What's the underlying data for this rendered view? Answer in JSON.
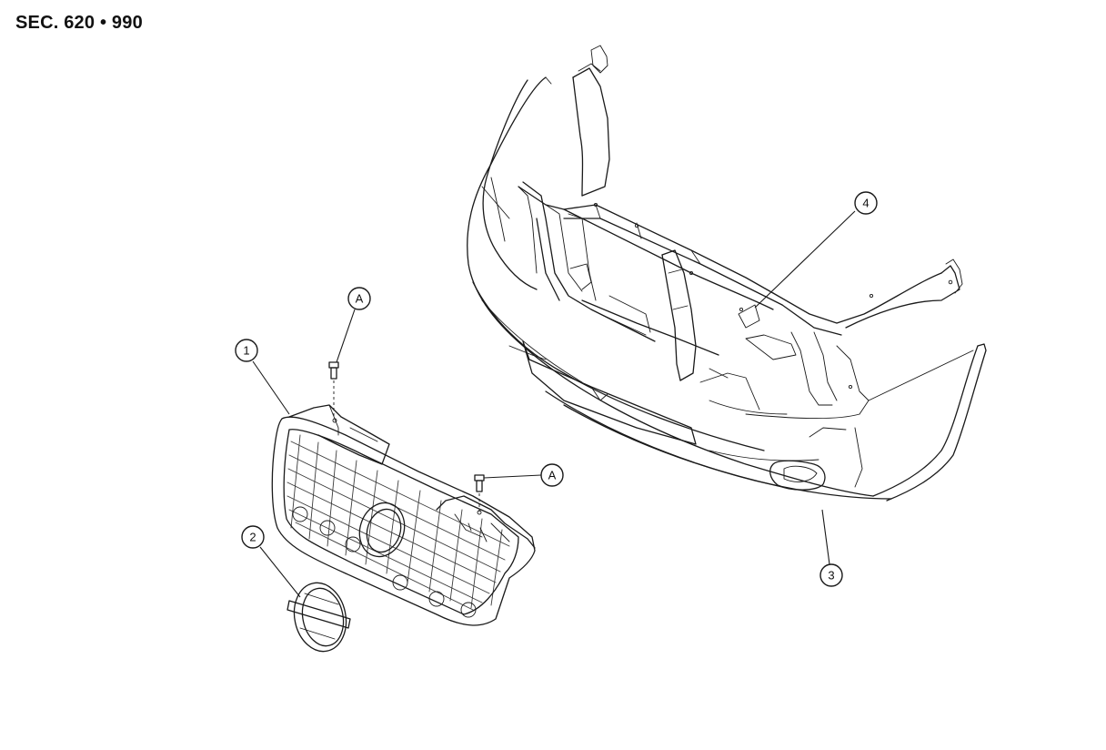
{
  "header": {
    "section_label": "SEC. 620 • 990"
  },
  "callouts": [
    {
      "id": "part-1",
      "label": "1"
    },
    {
      "id": "part-2",
      "label": "2"
    },
    {
      "id": "part-3",
      "label": "3"
    },
    {
      "id": "part-4",
      "label": "4"
    },
    {
      "id": "clip-a-upper",
      "label": "A"
    },
    {
      "id": "clip-a-lower",
      "label": "A"
    }
  ],
  "colors": {
    "line": "#1a1a1a",
    "background": "#ffffff"
  }
}
